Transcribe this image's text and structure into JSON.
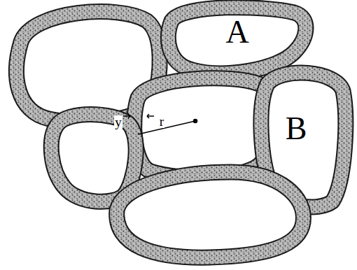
{
  "diagram": {
    "labels": [
      "A",
      "B",
      "y",
      "r"
    ]
  }
}
